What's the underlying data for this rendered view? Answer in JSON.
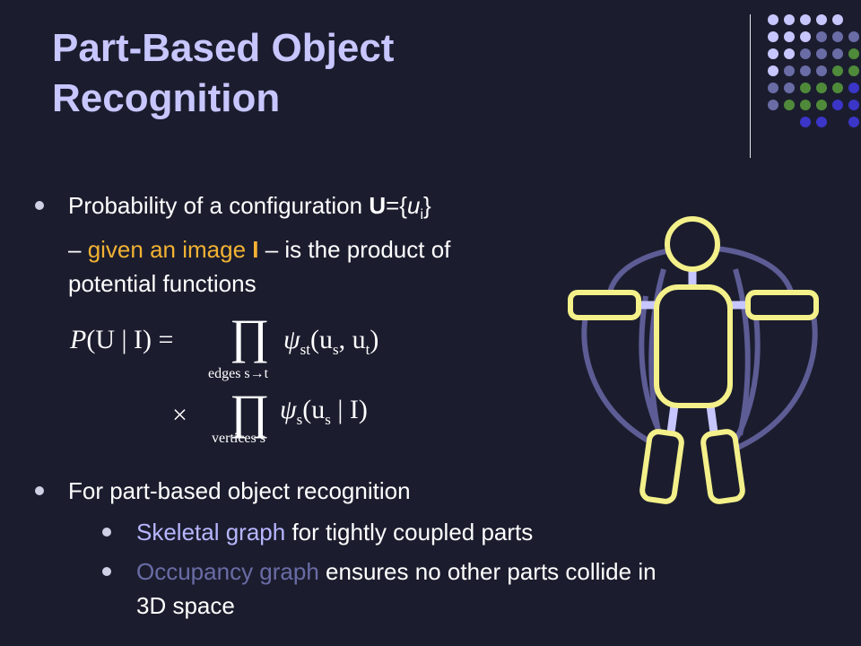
{
  "slide": {
    "title_line1": "Part-Based Object",
    "title_line2": "Recognition"
  },
  "bullet1": {
    "pre": "Probability of a configuration ",
    "U": "U",
    "eq_open": "={",
    "u": "u",
    "sub_i": "i",
    "close": "}",
    "dash1": " – ",
    "given": "given an image ",
    "I": "I",
    "rest": " – is the product of potential functions"
  },
  "equation": {
    "lhs_P": "P",
    "lhs_args": "(U | I) =",
    "prod1": "∏",
    "prod1_sub": "edges s→t",
    "psi1": "ψ",
    "psi1_sub": "st",
    "psi1_args": "(u",
    "psi1_s": "s",
    "psi1_comma": ", u",
    "psi1_t": "t",
    "psi1_close": ")",
    "times": "×",
    "prod2": "∏",
    "prod2_sub": "vertices s",
    "psi2": "ψ",
    "psi2_sub": "s",
    "psi2_args": "(u",
    "psi2_s": "s",
    "psi2_rest": "| I)"
  },
  "bullet2": {
    "text": "For part-based object recognition",
    "sub1_hl": "Skeletal graph",
    "sub1_rest": " for tightly coupled parts",
    "sub2_hl": "Occupancy graph",
    "sub2_rest": " ensures no other parts collide in 3D space"
  },
  "colors": {
    "background": "#1b1d2e",
    "title": "#c8c6ff",
    "highlight_orange": "#f2b233",
    "skeletal": "#b8b6ff",
    "occupancy": "#6a6ca6",
    "figure_parts": "#f4f08a",
    "figure_links": "#c7c6ff",
    "figure_arcs": "#5d5c95"
  },
  "decoration": {
    "icon": "dot-grid-icon",
    "palette": [
      "#c8c6ff",
      "#6a6ca6",
      "#4f8a3a",
      "#3b35c8"
    ]
  }
}
